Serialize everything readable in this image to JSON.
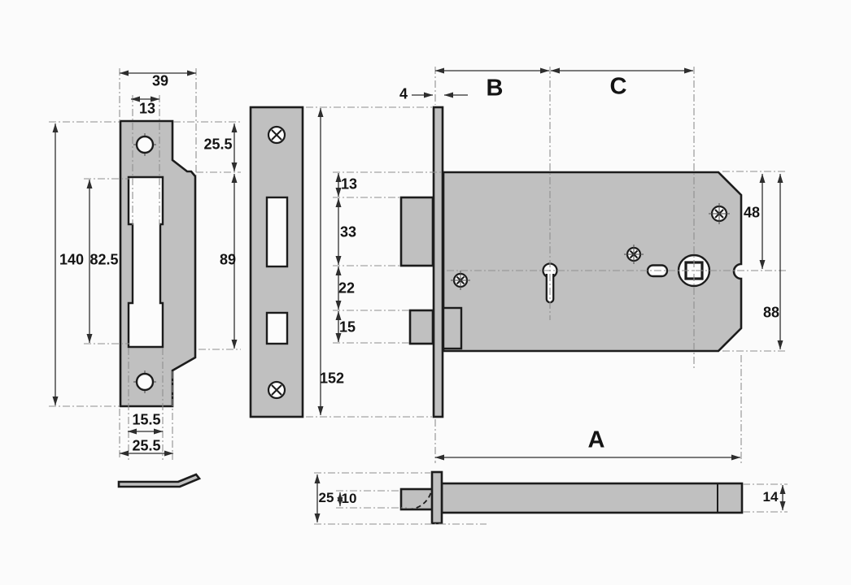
{
  "colors": {
    "metal_fill": "#c0c0c0",
    "outline": "#1c1c1c",
    "background": "#fbfbfb",
    "dimension_line": "#2e2e2e",
    "centerline": "#8f8f8f"
  },
  "strike_plate": {
    "overall_width": "39",
    "cutout_width": "13",
    "top_to_shoulder": "25.5",
    "overall_length": "140",
    "cutout_length": "82.5",
    "wide_section_length": "89",
    "cutout_bottom_width": "15.5",
    "plate_width": "25.5"
  },
  "faceplate": {
    "length": "152"
  },
  "lock_body": {
    "top_to_latch": "13",
    "latch_height": "33",
    "latch_to_deadbolt": "22",
    "deadbolt_height": "15",
    "faceplate_thickness": "4",
    "backset": "B",
    "keyhole_to_spindle": "C",
    "overall_depth": "A",
    "top_to_spindle": "48",
    "case_height": "88"
  },
  "side_view": {
    "faceplate_width": "25",
    "latch_width": "10",
    "case_thickness": "14"
  }
}
